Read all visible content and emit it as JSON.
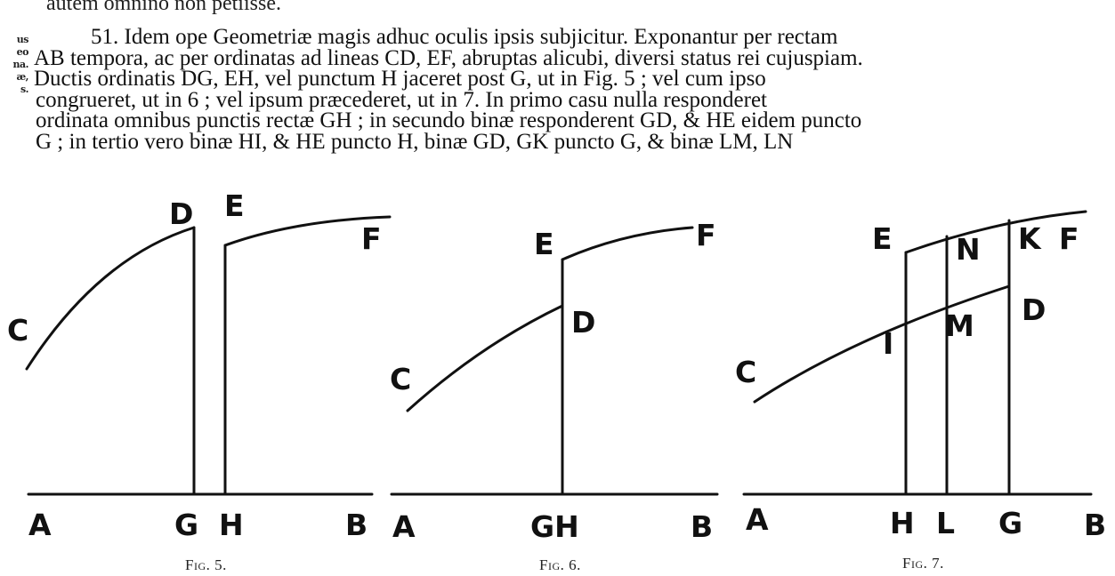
{
  "paragraph": {
    "cut_top_line": "autem omnino non petiisse.",
    "lines": [
      "51. Idem ope Geometriæ magis adhuc oculis ipsis subjicitur. Exponantur per rectam",
      "AB tempora, ac per ordinatas ad lineas CD, EF, abruptas alicubi, diversi status rei cujuspiam.",
      "Ductis ordinatis DG, EH, vel punctum H jaceret post G, ut in Fig. 5 ; vel cum ipso",
      "congrueret, ut in 6 ; vel ipsum præcederet, ut in 7. In primo casu nulla responderet",
      "ordinata omnibus punctis rectæ GH ; in secundo binæ responderent GD, & HE eidem puncto",
      "G ; in tertio vero binæ HI, & HE puncto H, binæ GD, GK puncto G, & binæ LM, LN"
    ]
  },
  "margin_notes": [
    "us",
    "eo",
    "na.",
    "æ,",
    "s."
  ],
  "figures": [
    {
      "caption": "Fig. 5.",
      "labels": {
        "A": "A",
        "G": "G",
        "H": "H",
        "B": "B",
        "C": "C",
        "D": "D",
        "E": "E",
        "F": "F"
      }
    },
    {
      "caption": "Fig. 6.",
      "labels": {
        "A": "A",
        "GH": "GH",
        "B": "B",
        "C": "C",
        "D": "D",
        "E": "E",
        "F": "F"
      }
    },
    {
      "caption": "Fig. 7.",
      "labels": {
        "A": "A",
        "H": "H",
        "L": "L",
        "G": "G",
        "B": "B",
        "C": "C",
        "I": "I",
        "M": "M",
        "D": "D",
        "E": "E",
        "N": "N",
        "K": "K",
        "F": "F"
      }
    }
  ]
}
